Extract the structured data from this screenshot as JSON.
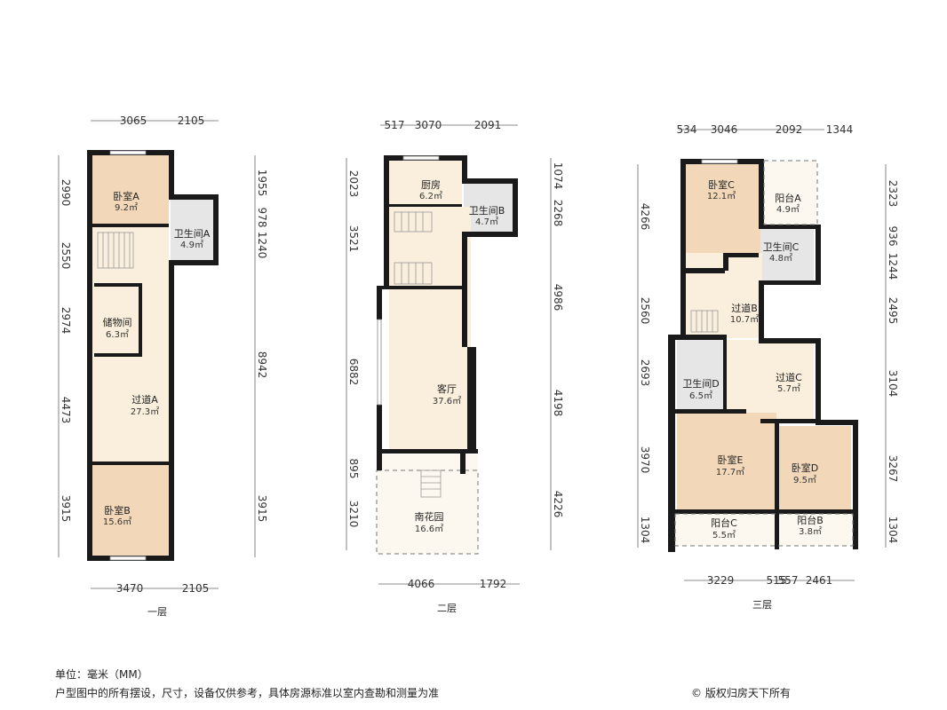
{
  "colors": {
    "wall": "#1a1a1a",
    "bedroom": "#f2d8b8",
    "common": "#faefdd",
    "bath": "#e6e6e6",
    "outdoor": "#fdf8ef"
  },
  "floors": [
    {
      "label": "一层",
      "dims_top": [
        "3065",
        "2105"
      ],
      "dims_bottom": [
        "3470",
        "2105"
      ],
      "dims_left": [
        "2990",
        "2550",
        "2974",
        "4473",
        "3915"
      ],
      "dims_right": [
        "1955",
        "978",
        "1240",
        "8942",
        "3915"
      ],
      "rooms": [
        {
          "name": "卧室A",
          "area": "9.2㎡"
        },
        {
          "name": "卫生间A",
          "area": "4.9㎡"
        },
        {
          "name": "储物间",
          "area": "6.3㎡"
        },
        {
          "name": "过道A",
          "area": "27.3㎡"
        },
        {
          "name": "卧室B",
          "area": "15.6㎡"
        }
      ]
    },
    {
      "label": "二层",
      "dims_top": [
        "517",
        "3070",
        "2091"
      ],
      "dims_bottom": [
        "4066",
        "1792"
      ],
      "dims_left": [
        "2023",
        "3521",
        "6882",
        "895",
        "3210"
      ],
      "dims_right": [
        "1074",
        "2268",
        "4986",
        "4198",
        "4226"
      ],
      "rooms": [
        {
          "name": "厨房",
          "area": "6.2㎡"
        },
        {
          "name": "卫生间B",
          "area": "4.7㎡"
        },
        {
          "name": "客厅",
          "area": "37.6㎡"
        },
        {
          "name": "南花园",
          "area": "16.6㎡"
        }
      ]
    },
    {
      "label": "三层",
      "dims_top": [
        "534",
        "3046",
        "2092",
        "1344"
      ],
      "dims_bottom": [
        "3229",
        "515",
        "557",
        "2461"
      ],
      "dims_left": [
        "4266",
        "2560",
        "2693",
        "3970",
        "1304"
      ],
      "dims_right": [
        "2323",
        "936",
        "1244",
        "2495",
        "3104",
        "3267",
        "1304"
      ],
      "rooms": [
        {
          "name": "卧室C",
          "area": "12.1㎡"
        },
        {
          "name": "阳台A",
          "area": "4.9㎡"
        },
        {
          "name": "卫生间C",
          "area": "4.8㎡"
        },
        {
          "name": "过道B",
          "area": "10.7㎡"
        },
        {
          "name": "卫生间D",
          "area": "6.5㎡"
        },
        {
          "name": "过道C",
          "area": "5.7㎡"
        },
        {
          "name": "卧室E",
          "area": "17.7㎡"
        },
        {
          "name": "卧室D",
          "area": "9.5㎡"
        },
        {
          "name": "阳台C",
          "area": "5.5㎡"
        },
        {
          "name": "阳台B",
          "area": "3.8㎡"
        }
      ]
    }
  ],
  "footer": {
    "unit": "单位：毫米（MM）",
    "disclaimer": "户型图中的所有摆设，尺寸，设备仅供参考，具体房源标准以室内查勘和测量为准",
    "copyright": "© 版权归房天下所有"
  }
}
